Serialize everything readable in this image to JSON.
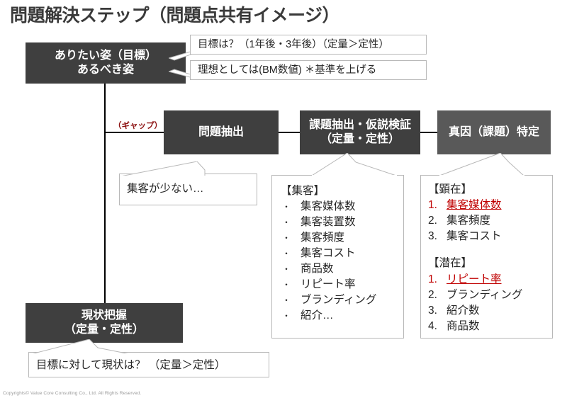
{
  "title": "問題解決ステップ（問題点共有イメージ）",
  "nodes": {
    "goal": "ありたい姿（目標）\nあるべき姿",
    "problem_extraction": "問題抽出",
    "issue_hypothesis": "課題抽出・仮説検証\n（定量・定性）",
    "root_cause": "真因（課題）特定",
    "current_state": "現状把握\n（定量・定性）"
  },
  "callouts": {
    "goal_note_1": "目標は？（1年後・3年後）（定量＞定性）",
    "goal_note_2": "理想としては(BM数値) ＊基準を上げる",
    "problem_note": "集客が少ない…",
    "current_note": "目標に対して現状は？ （定量＞定性）"
  },
  "gap_label": "（ギャップ）",
  "attraction_list": {
    "heading": "【集客】",
    "bullet": "・",
    "items": [
      "集客媒体数",
      "集客装置数",
      "集客頻度",
      "集客コスト",
      "商品数",
      "リピート率",
      "ブランディング",
      "紹介…"
    ]
  },
  "cause_list": {
    "manifest_heading": "【顕在】",
    "manifest_items": [
      {
        "num": "1.",
        "label": "集客媒体数",
        "highlight": true
      },
      {
        "num": "2.",
        "label": "集客頻度",
        "highlight": false
      },
      {
        "num": "3.",
        "label": "集客コスト",
        "highlight": false
      }
    ],
    "latent_heading": "【潜在】",
    "latent_items": [
      {
        "num": "1.",
        "label": "リピート率",
        "highlight": true
      },
      {
        "num": "2.",
        "label": "ブランディング",
        "highlight": false
      },
      {
        "num": "3.",
        "label": "紹介数",
        "highlight": false
      },
      {
        "num": "4.",
        "label": "商品数",
        "highlight": false
      }
    ]
  },
  "footer": "Copyrights© Value Core Consulting Co., Ltd.  All Rights Reserved.",
  "colors": {
    "box_dark": "#3f3f3f",
    "box_light": "#595959",
    "highlight_red": "#c00000",
    "gap_red": "#8c1010",
    "border_grey": "#b8b8b8"
  }
}
